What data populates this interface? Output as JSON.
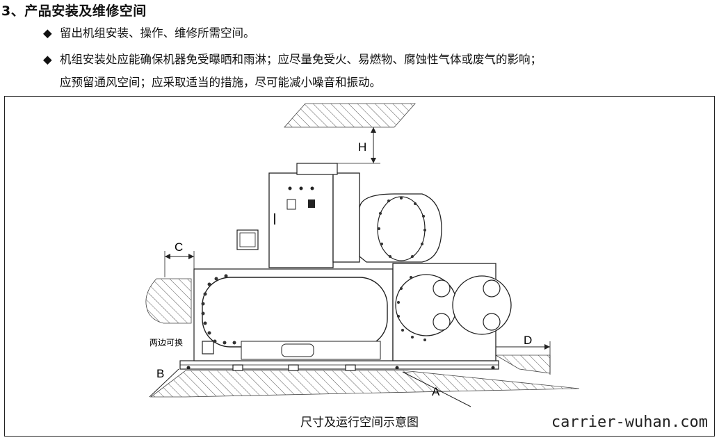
{
  "section": {
    "heading": "3、产品安装及维修空间"
  },
  "bullets": [
    {
      "text": "留出机组安装、操作、维修所需空间。"
    },
    {
      "text": "机组安装处应能确保机器免受曝晒和雨淋；应尽量免受火、易燃物、腐蚀性气体或废气的影响；",
      "continuation": "应预留通风空间；应采取适当的措施，尽可能减小噪音和振动。"
    }
  ],
  "bullet_symbol": "◆",
  "figure": {
    "caption": "尺寸及运行空间示意图",
    "watermark": "carrier-wuhan.com",
    "dimension_labels": {
      "h": "H",
      "c": "C",
      "b": "B",
      "a": "A",
      "d": "D"
    },
    "note": "两边可换"
  }
}
